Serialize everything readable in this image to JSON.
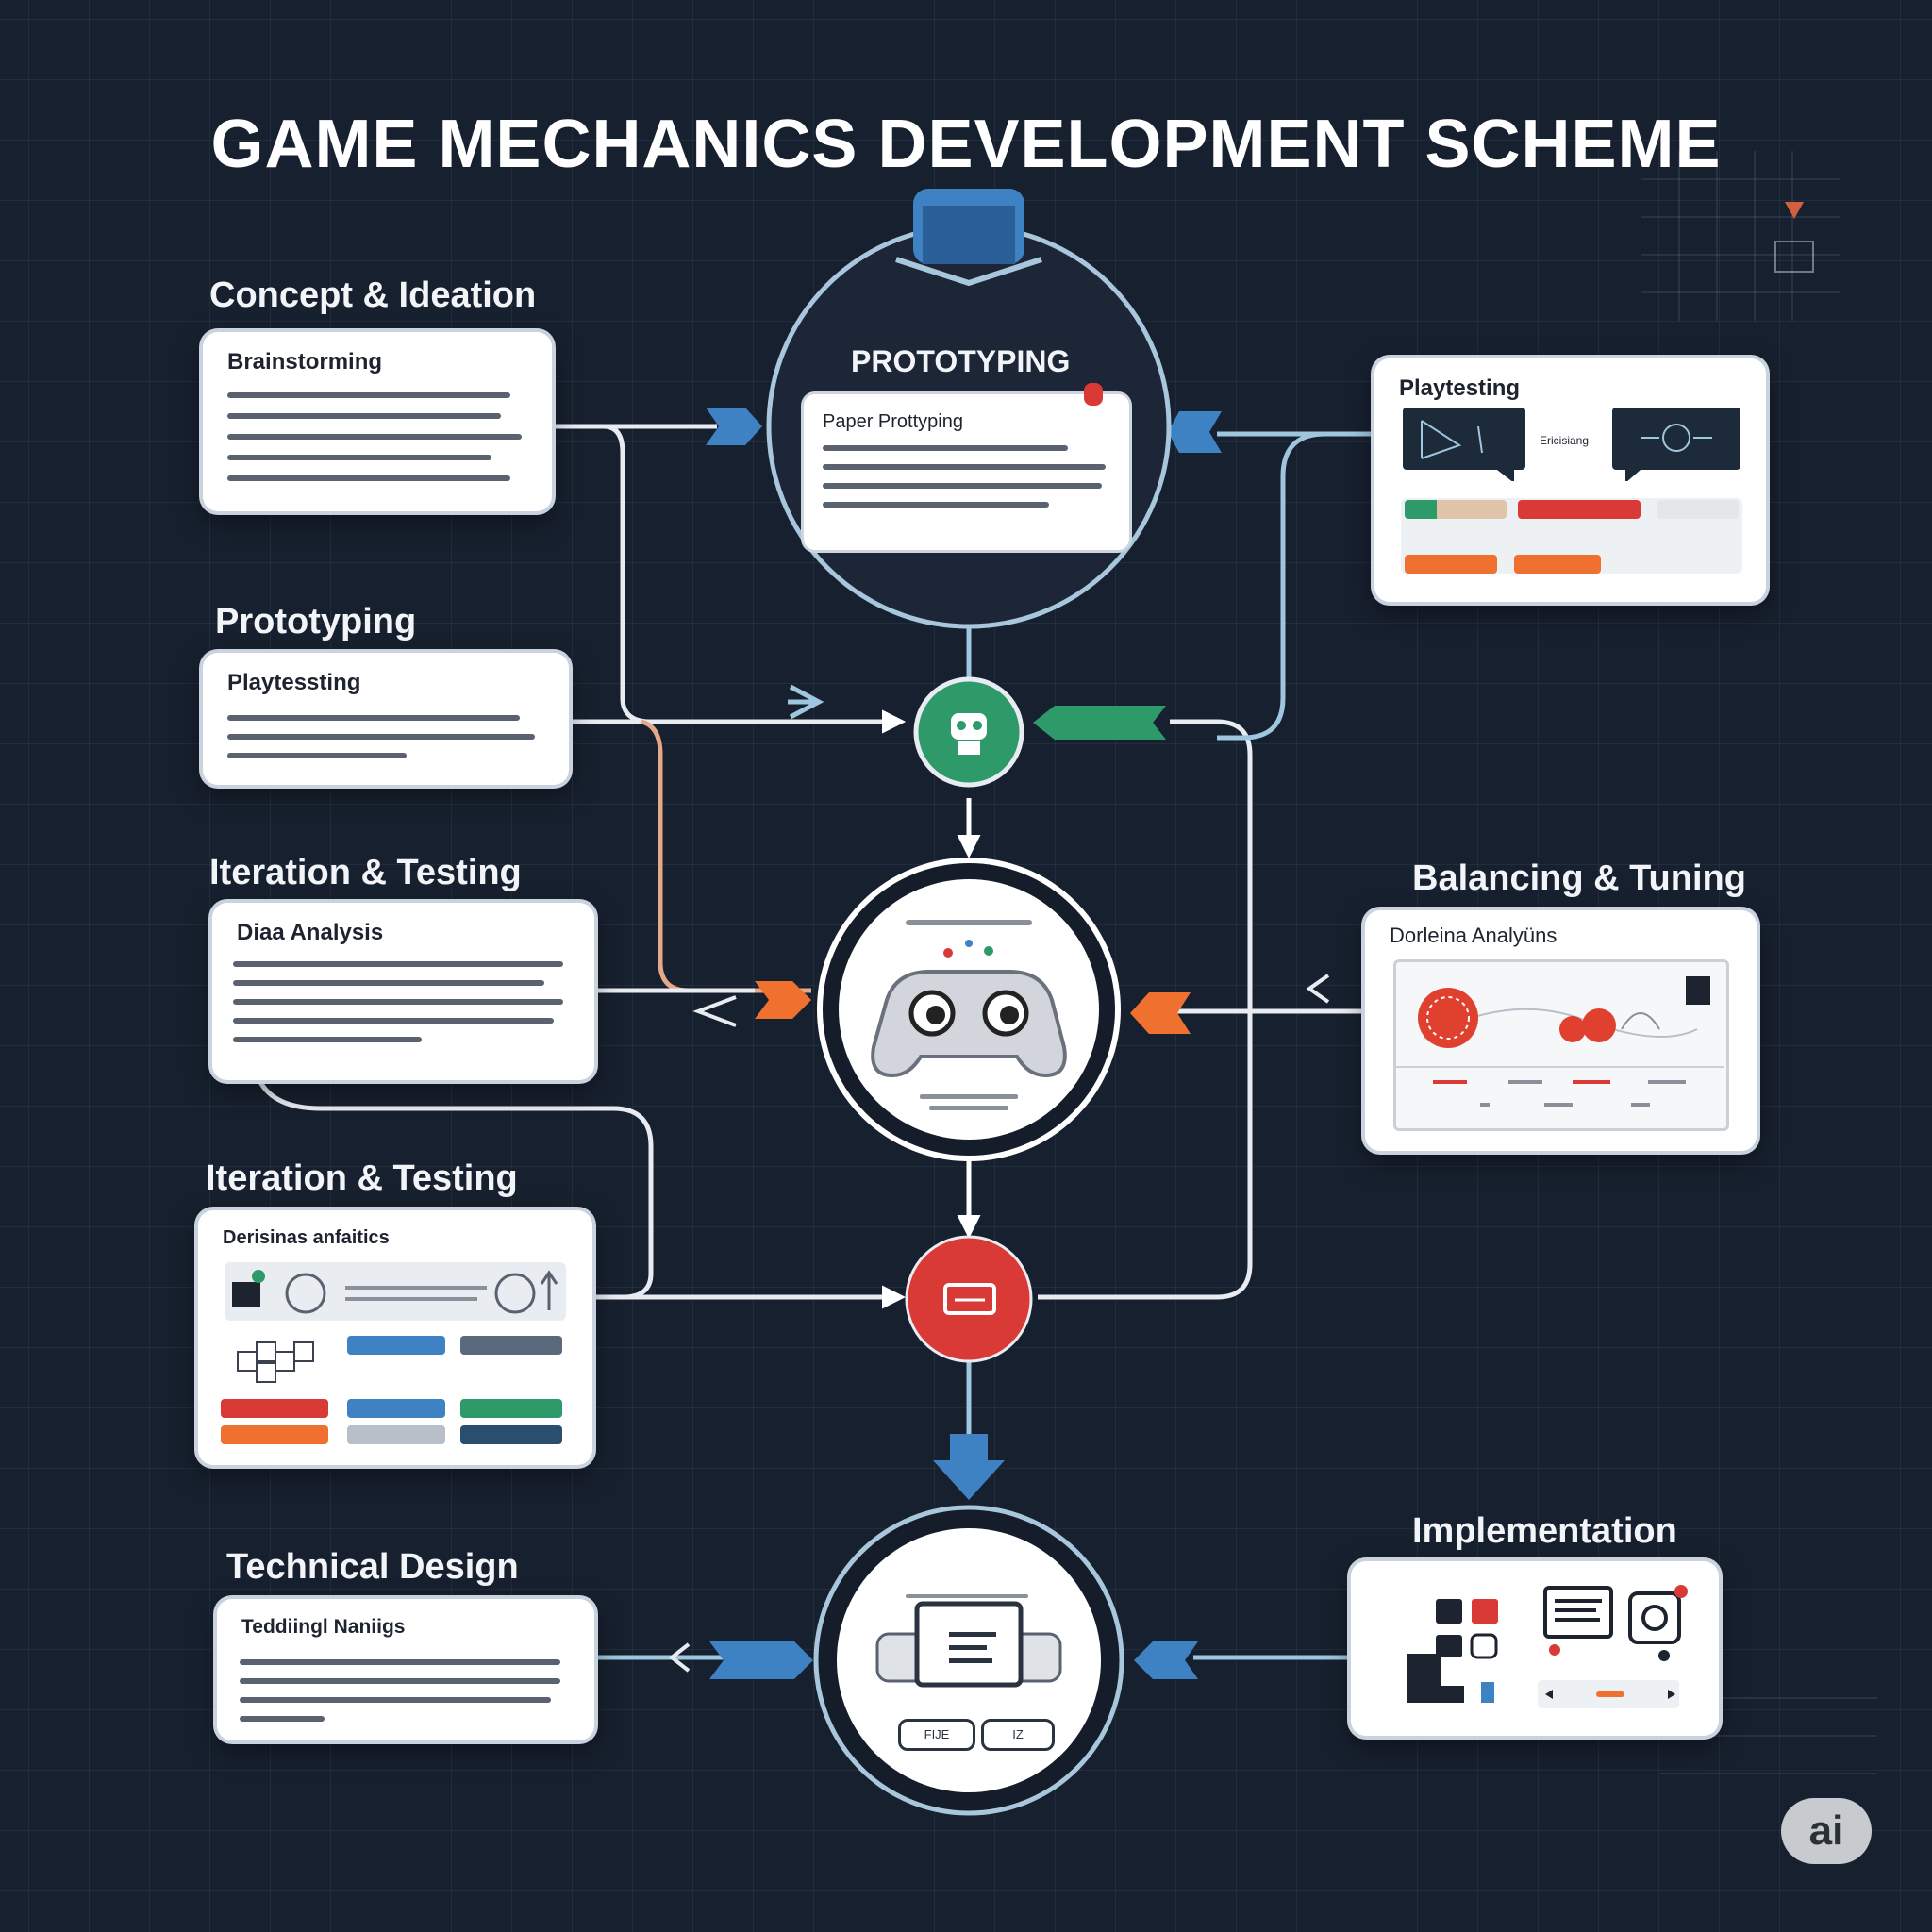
{
  "title": "GAME MECHANICS DEVELOPMENT SCHEME",
  "colors": {
    "background": "#17202e",
    "blue": "#3f82c4",
    "green": "#2e9a6a",
    "red": "#d93a36",
    "orange": "#f07030"
  },
  "labels": {
    "concept": "Concept & Ideation",
    "prototyping": "Prototyping",
    "iteration1": "Iteration & Testing",
    "iteration2": "Iteration & Testing",
    "technical": "Technical Design",
    "balancing": "Balancing & Tuning",
    "implementation": "Implementation"
  },
  "cards": {
    "brainstorming": {
      "title": "Brainstorming"
    },
    "playtesting_left": {
      "title": "Playtessting"
    },
    "data_analysis": {
      "title": "Diaa Analysis"
    },
    "decision_analytics": {
      "title": "Derisinas anfaitics"
    },
    "technical_naming": {
      "title": "Teddiingl Naniigs"
    },
    "playtesting_right": {
      "title": "Playtesting",
      "side_text": "Ericisiang"
    },
    "balancing_analysis": {
      "title": "Dorleina Analyüns"
    }
  },
  "hub": {
    "title": "PROTOTYPING",
    "inner_title": "Paper Prottyping"
  },
  "icons": {
    "top_blue": "banner-icon",
    "green_node": "robot-icon",
    "controller": "gamepad-icon",
    "red_node": "monitor-icon",
    "laptop": "laptop-icon"
  },
  "bottom_buttons": [
    "FIJE",
    "IZ"
  ],
  "badge": "ai"
}
